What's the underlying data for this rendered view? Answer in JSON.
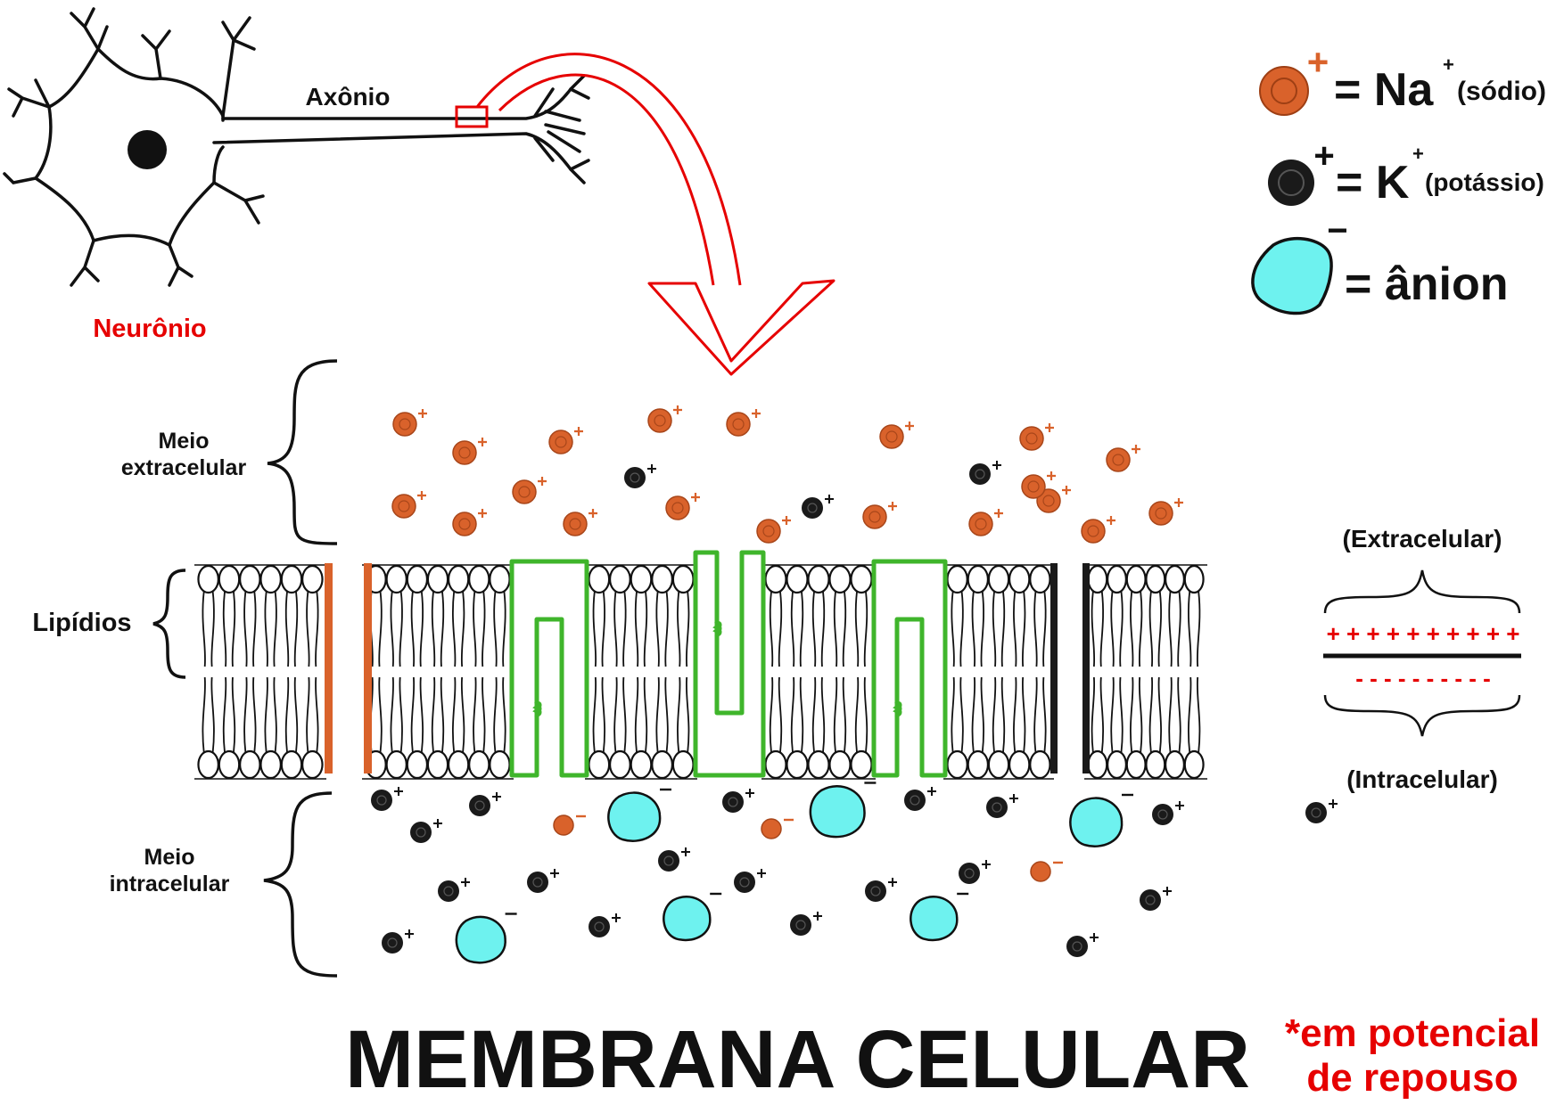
{
  "neuron": {
    "axon_label": "Axônio",
    "neuron_label": "Neurônio"
  },
  "legend": {
    "sodium": {
      "charge": "+",
      "text": "= Na",
      "superscript": "+",
      "note": "(sódio)"
    },
    "potassium": {
      "charge": "+",
      "text": "= K",
      "superscript": "+",
      "note": "(potássio)"
    },
    "anion": {
      "charge": "−",
      "text": "= ânion"
    }
  },
  "regions": {
    "extracellular": [
      "Meio",
      "extracelular"
    ],
    "lipids": "Lipídios",
    "intracellular": [
      "Meio",
      "intracelular"
    ]
  },
  "polarity": {
    "top_label": "(Extracelular)",
    "bottom_label": "(Intracelular)",
    "plus_row": "+ + + + + + + + + +",
    "minus_row": "- - - - - - - - - -"
  },
  "title": "MEMBRANA CELULAR",
  "note_lines": [
    "*em potencial",
    "de repouso"
  ],
  "colors": {
    "sodium": "#d9622b",
    "potassium": "#1a1a1a",
    "anion": "#6ef2ef",
    "protein": "#3fb52b",
    "accent_red": "#e60000",
    "text": "#111111"
  }
}
